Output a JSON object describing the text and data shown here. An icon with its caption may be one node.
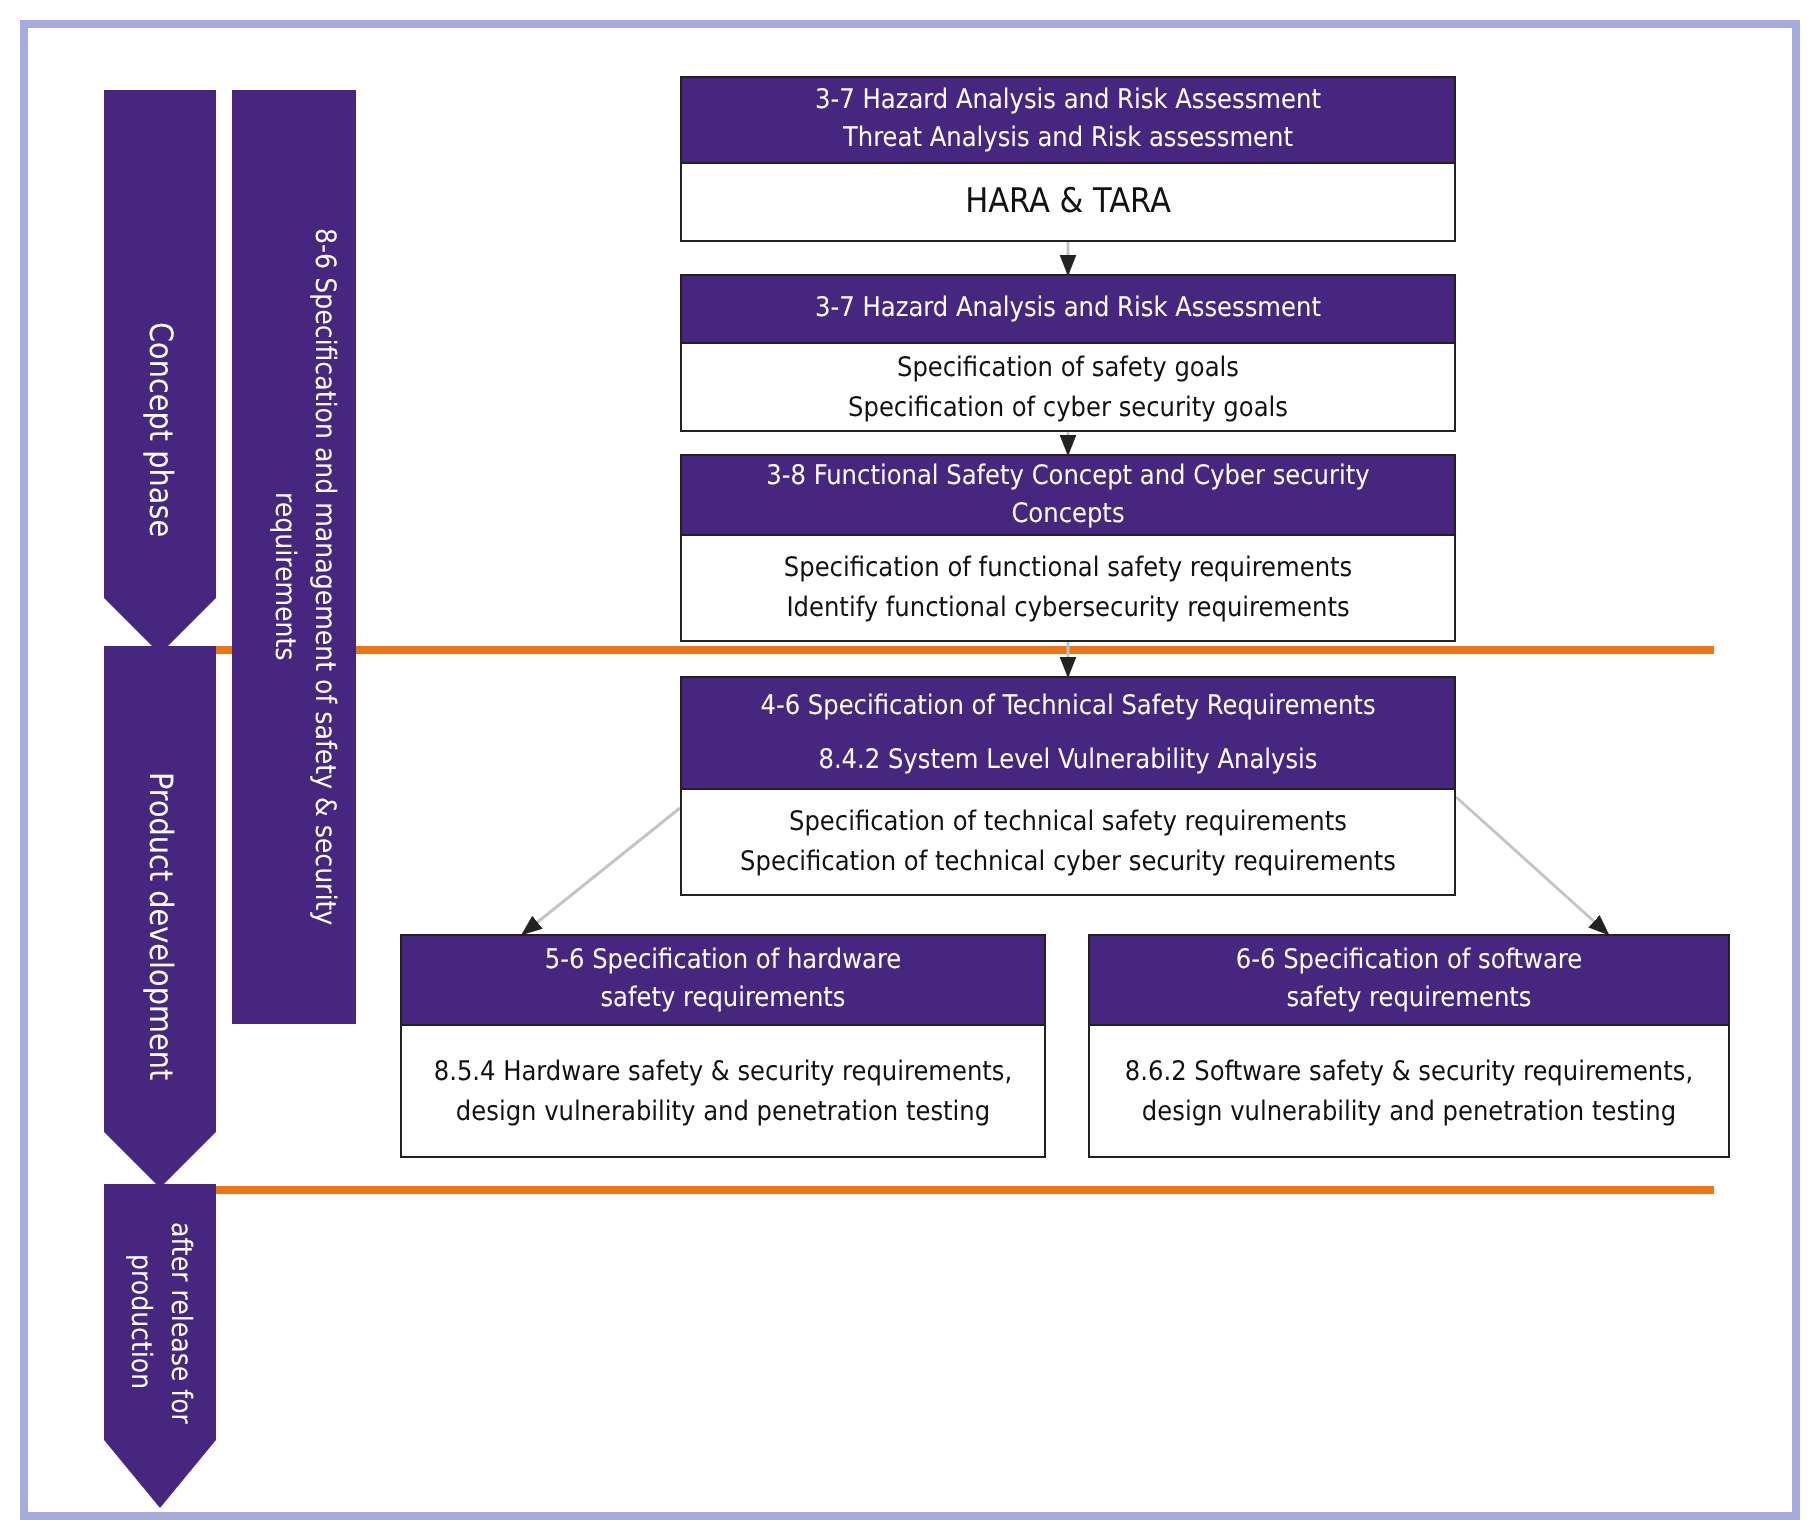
{
  "diagram": {
    "nodes": [
      {
        "text": [
          "Concept phase"
        ]
      },
      {
        "text": [
          "Product development"
        ]
      },
      {
        "text": [
          "after release for production"
        ]
      },
      {
        "text": [
          "8-6 Specification and management of safety & security requirements"
        ]
      },
      {
        "text": [
          "3-7 Hazard Analysis and Risk Assessment Threat Analysis and Risk assessment",
          "HARA & TARA"
        ]
      },
      {
        "text": [
          "3-7 Hazard Analysis and Risk Assessment",
          "Specification of safety goals Specification of cyber security goals"
        ]
      },
      {
        "text": [
          "3-8 Functional Safety Concept and Cyber security Concepts",
          "Specification of functional safety requirements Identify functional cybersecurity requirements"
        ]
      },
      {
        "text": [
          "4-6 Specification of Technical Safety Requirements",
          "8.4.2 System Level Vulnerability Analysis",
          "Specification of technical safety requirements Specification of technical cyber security requirements"
        ]
      },
      {
        "text": [
          "5-6 Specification of hardware safety requirements",
          "8.5.4 Hardware safety & security requirements, design vulnerability and penetration testing"
        ]
      },
      {
        "text": [
          "6-6 Specification of software safety requirements",
          "8.6.2 Software safety & security requirements, design vulnerability and penetration testing"
        ]
      }
    ],
    "edges": [
      {
        "from": 4,
        "to": 5,
        "arrow": "to"
      },
      {
        "from": 5,
        "to": 6,
        "arrow": "to"
      },
      {
        "from": 6,
        "to": 7,
        "arrow": "to"
      },
      {
        "from": 7,
        "to": 8,
        "arrow": "to"
      },
      {
        "from": 7,
        "to": 9,
        "arrow": "to"
      }
    ]
  }
}
